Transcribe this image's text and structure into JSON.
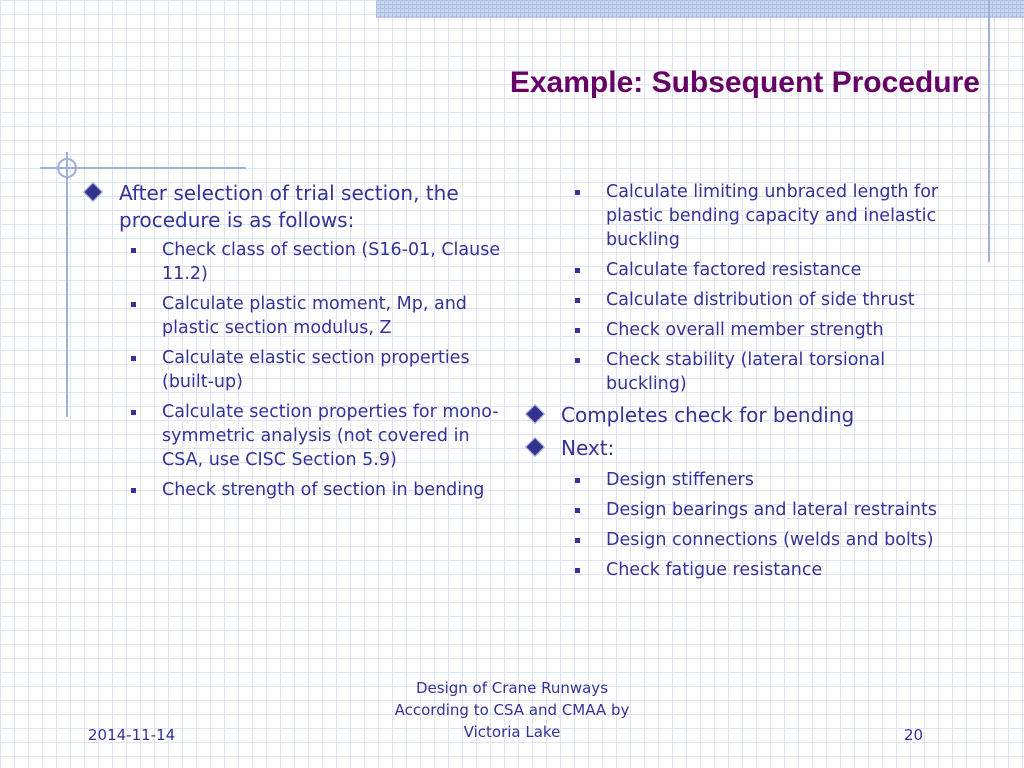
{
  "slide": {
    "title": "Example: Subsequent Procedure",
    "left_column": {
      "intro": "After selection of trial section, the procedure is as follows:",
      "steps": [
        "Check class of section (S16-01, Clause 11.2)",
        "Calculate plastic moment, Mp, and plastic section modulus, Z",
        "Calculate elastic section properties (built-up)",
        "Calculate section properties for mono-symmetric analysis (not covered in CSA, use CISC Section 5.9)",
        "Check strength of section in bending"
      ]
    },
    "right_column": {
      "steps": [
        "Calculate limiting unbraced length for plastic bending capacity and inelastic buckling",
        "Calculate factored resistance",
        "Calculate distribution of side thrust",
        "Check overall member strength",
        "Check stability (lateral torsional buckling)"
      ],
      "completes": "Completes check for bending",
      "next_label": "Next:",
      "next_steps": [
        "Design stiffeners",
        "Design bearings and lateral restraints",
        "Design connections (welds and bolts)",
        "Check fatigue resistance"
      ]
    },
    "footer": {
      "date": "2014-11-14",
      "title_lines": [
        "Design of Crane Runways",
        "According to CSA and CMAA by",
        "Victoria Lake"
      ],
      "page_number": "20"
    }
  }
}
